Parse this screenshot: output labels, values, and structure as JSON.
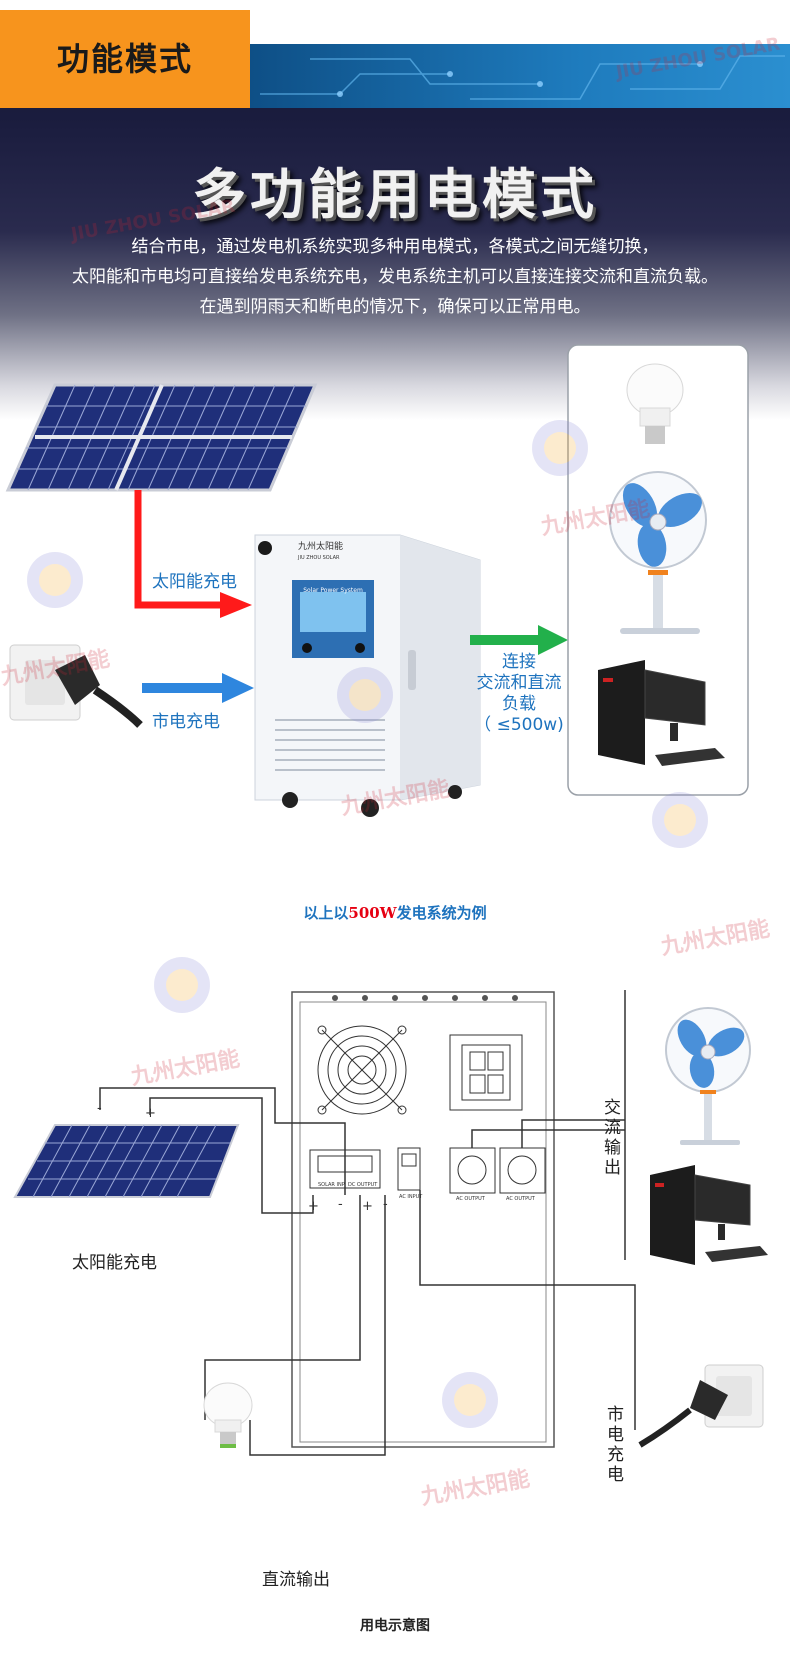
{
  "section_tab": "功能模式",
  "hero": {
    "title": "多功能用电模式",
    "lines": [
      "结合市电，通过发电机系统实现多种用电模式，各模式之间无缝切换，",
      "太阳能和市电均可直接给发电系统充电，发电系统主机可以直接连接交流和直流负载。",
      "在遇到阴雨天和断电的情况下，确保可以正常用电。"
    ]
  },
  "diagram1": {
    "solar_label": "太阳能充电",
    "grid_label": "市电充电",
    "output_lines": [
      "连接",
      "交流和直流",
      "负载",
      "（ ≤500w)"
    ],
    "unit_brand": "九州太阳能",
    "unit_brand_en": "JIU ZHOU SOLAR",
    "screen_text": "Solar Power System",
    "caption_pre": "以上以",
    "caption_highlight": "500W",
    "caption_post": "发电系统为例"
  },
  "diagram2": {
    "solar_label": "太阳能充电",
    "ac_label": "交流输出",
    "grid_label": "市电充电",
    "dc_label": "直流输出",
    "caption": "用电示意图",
    "minus": "-",
    "plus": "+",
    "port_labels": [
      "SOLAR INP",
      "DC OUTPUT",
      "AC INPUT",
      "AC OUTPUT",
      "AC OUTPUT"
    ]
  },
  "watermark": {
    "cn": "九州太阳能",
    "en": "JIU ZHOU SOLAR"
  },
  "colors": {
    "tab": "#f7941d",
    "solar_arrow": "#ff1a1a",
    "grid_arrow": "#2e86de",
    "output_arrow": "#22b04b",
    "label_blue": "#1e73be",
    "highlight_red": "#e60012"
  }
}
